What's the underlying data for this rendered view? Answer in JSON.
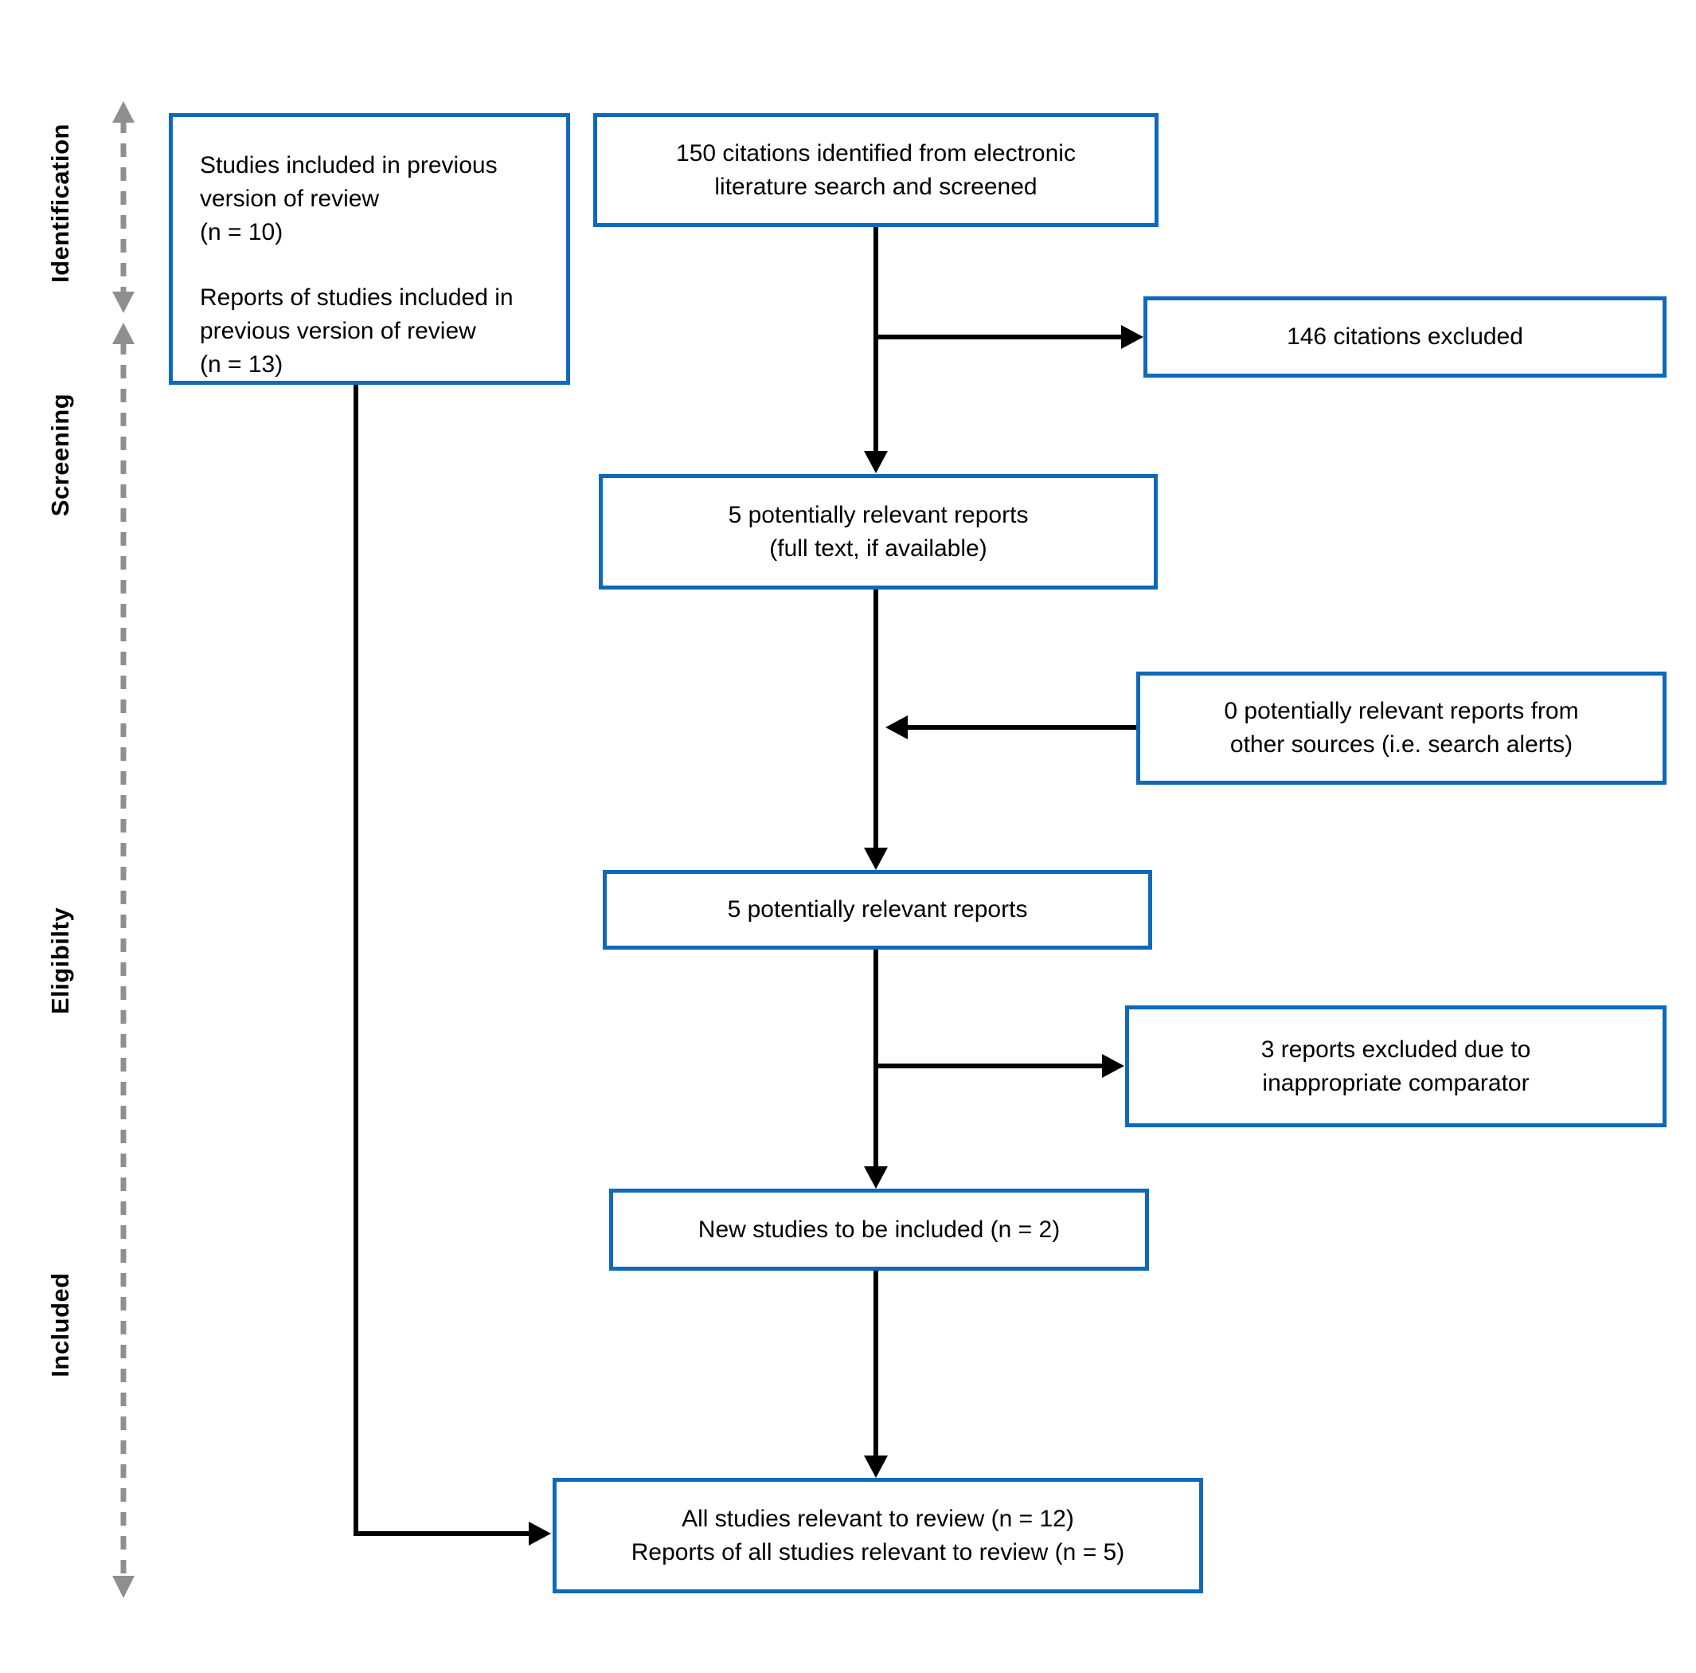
{
  "colors": {
    "box_border": "#0e69ba",
    "arrow": "#000000",
    "guide": "#8f8f8f",
    "text": "#000000"
  },
  "stages": [
    {
      "label": "Identification"
    },
    {
      "label": "Screening"
    },
    {
      "label": "Eligibilty"
    },
    {
      "label": "Included"
    }
  ],
  "boxes": {
    "previous_version": {
      "para1_line1": "Studies included in previous version of review",
      "para1_line2": "(n = 10)",
      "para2_line1": "Reports of studies included in previous version of review",
      "para2_line2": "(n = 13)"
    },
    "citations_identified": {
      "line1": "150 citations identified from electronic",
      "line2": "literature search and screened"
    },
    "citations_excluded": {
      "line1": "146 citations excluded"
    },
    "relevant_reports_fulltext": {
      "line1": "5 potentially relevant reports",
      "line2": "(full text, if available)"
    },
    "other_sources": {
      "line1": "0 potentially relevant reports from",
      "line2": "other sources (i.e. search alerts)"
    },
    "relevant_reports": {
      "line1": "5 potentially relevant reports"
    },
    "reports_excluded": {
      "line1": "3 reports excluded due to",
      "line2": "inappropriate comparator"
    },
    "new_studies": {
      "line1": "New studies to be included (n = 2)"
    },
    "all_studies": {
      "line1": "All studies relevant to review (n = 12)",
      "line2": "Reports of all studies relevant to review (n = 5)"
    }
  }
}
